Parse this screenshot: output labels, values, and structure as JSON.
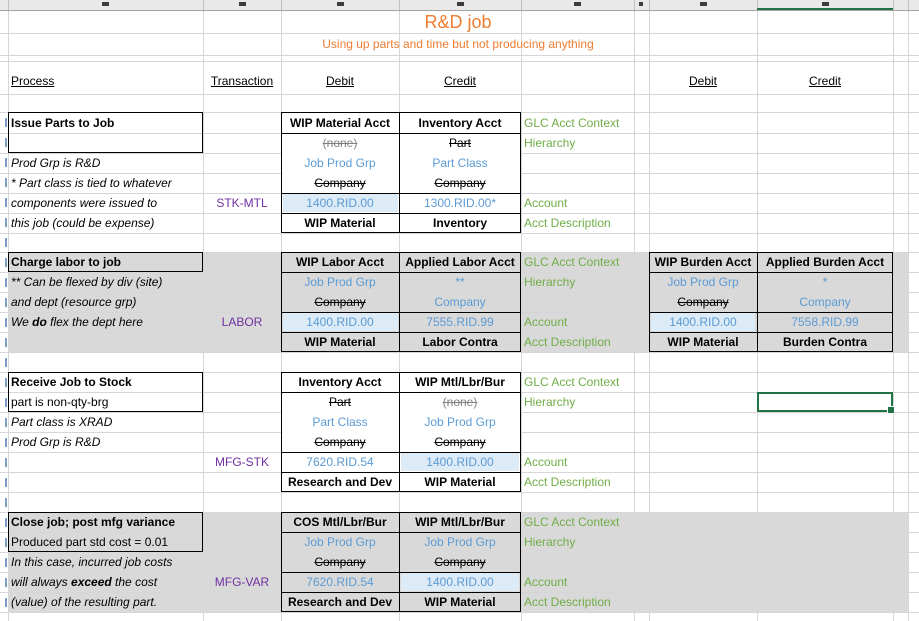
{
  "title": "R&D job",
  "subtitle": "Using up parts and time but not producing anything",
  "headers": {
    "process": "Process",
    "transaction": "Transaction",
    "debit": "Debit",
    "credit": "Credit"
  },
  "glc": {
    "context": "GLC Acct Context",
    "hierarchy": "Hierarchy",
    "account": "Account",
    "description": "Acct Description"
  },
  "sections": [
    {
      "title": "Issue Parts to Job",
      "notes": [
        "Prod Grp is R&D",
        "* Part class is tied to whatever",
        "components were issued to",
        "this job (could be expense)"
      ],
      "transaction": "STK-MTL",
      "debit": {
        "header": "WIP Material Acct",
        "rows": [
          "(none)",
          "Job Prod Grp",
          "Company"
        ],
        "account": "1400.RID.00",
        "description": "WIP Material"
      },
      "credit": {
        "header": "Inventory Acct",
        "rows": [
          "Part",
          "Part Class",
          "Company"
        ],
        "account": "1300.RID.00*",
        "description": "Inventory"
      }
    },
    {
      "title": "Charge labor to job",
      "notes": [
        "** Can be flexed by div (site)",
        "and dept (resource grp)"
      ],
      "note_rich": {
        "pre": "We ",
        "bold": "do",
        "post": " flex the dept here"
      },
      "transaction": "LABOR",
      "debit": {
        "header": "WIP Labor Acct",
        "rows": [
          "Job Prod Grp",
          "Company"
        ],
        "account": "1400.RID.00",
        "description": "WIP Material"
      },
      "credit": {
        "header": "Applied Labor Acct",
        "rows": [
          "**",
          "Company"
        ],
        "account": "7555.RID.99",
        "description": "Labor Contra"
      },
      "debit2": {
        "header": "WIP Burden Acct",
        "rows": [
          "Job Prod Grp",
          "Company"
        ],
        "account": "1400.RID.00",
        "description": "WIP Material"
      },
      "credit2": {
        "header": "Applied Burden Acct",
        "rows": [
          "*",
          "Company"
        ],
        "account": "7558.RID.99",
        "description": "Burden Contra"
      }
    },
    {
      "title": "Receive Job to Stock",
      "box_note": "part is non-qty-brg",
      "notes": [
        "Part class is XRAD",
        "Prod Grp is R&D"
      ],
      "transaction": "MFG-STK",
      "debit": {
        "header": "Inventory Acct",
        "rows": [
          "Part",
          "Part Class",
          "Company"
        ],
        "account": "7620.RID.54",
        "description": "Research and Dev"
      },
      "credit": {
        "header": "WIP Mtl/Lbr/Bur",
        "rows": [
          "(none)",
          "Job Prod Grp",
          "Company"
        ],
        "account": "1400.RID.00",
        "description": "WIP Material"
      }
    },
    {
      "title": "Close job; post mfg variance",
      "box_note": "Produced part std cost = 0.01",
      "notes": [
        "In this case, incurred job costs"
      ],
      "note_rich": {
        "pre": "will always ",
        "bold": "exceed",
        "post": " the cost"
      },
      "note_last": "(value) of the resulting part.",
      "transaction": "MFG-VAR",
      "debit": {
        "header": "COS Mtl/Lbr/Bur",
        "rows": [
          "Job Prod Grp",
          "Company"
        ],
        "account": "7620.RID.54",
        "description": "Research and Dev"
      },
      "credit": {
        "header": "WIP Mtl/Lbr/Bur",
        "rows": [
          "Job Prod Grp",
          "Company"
        ],
        "account": "1400.RID.00",
        "description": "WIP Material"
      }
    }
  ],
  "colors": {
    "accent_orange": "#ED7D31",
    "accent_blue": "#5B9BD5",
    "blue_fill": "#DDEBF7",
    "transaction_purple": "#7030A0",
    "label_green": "#70AD47",
    "band_gray": "#D9D9D9",
    "selection_green": "#217346"
  }
}
